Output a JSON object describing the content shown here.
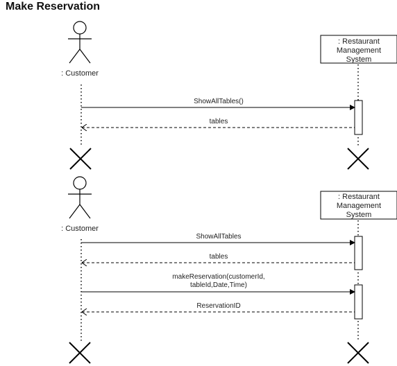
{
  "title": "Make Reservation",
  "colors": {
    "line": "#000000",
    "text": "#222222",
    "background": "#ffffff"
  },
  "diagram1": {
    "actor": ": Customer",
    "system": [
      ": Restaurant",
      "Management",
      "System"
    ],
    "messages": [
      {
        "label": "ShowAllTables()",
        "kind": "call"
      },
      {
        "label": "tables",
        "kind": "return"
      }
    ]
  },
  "diagram2": {
    "actor": ": Customer",
    "system": [
      ": Restaurant",
      "Management",
      "System"
    ],
    "messages": [
      {
        "label": "ShowAllTables",
        "kind": "call"
      },
      {
        "label": "tables",
        "kind": "return"
      },
      {
        "label": [
          "makeReservation(customerId,",
          "tableId,Date,Time)"
        ],
        "kind": "call"
      },
      {
        "label": "ReservationID",
        "kind": "return"
      }
    ]
  }
}
